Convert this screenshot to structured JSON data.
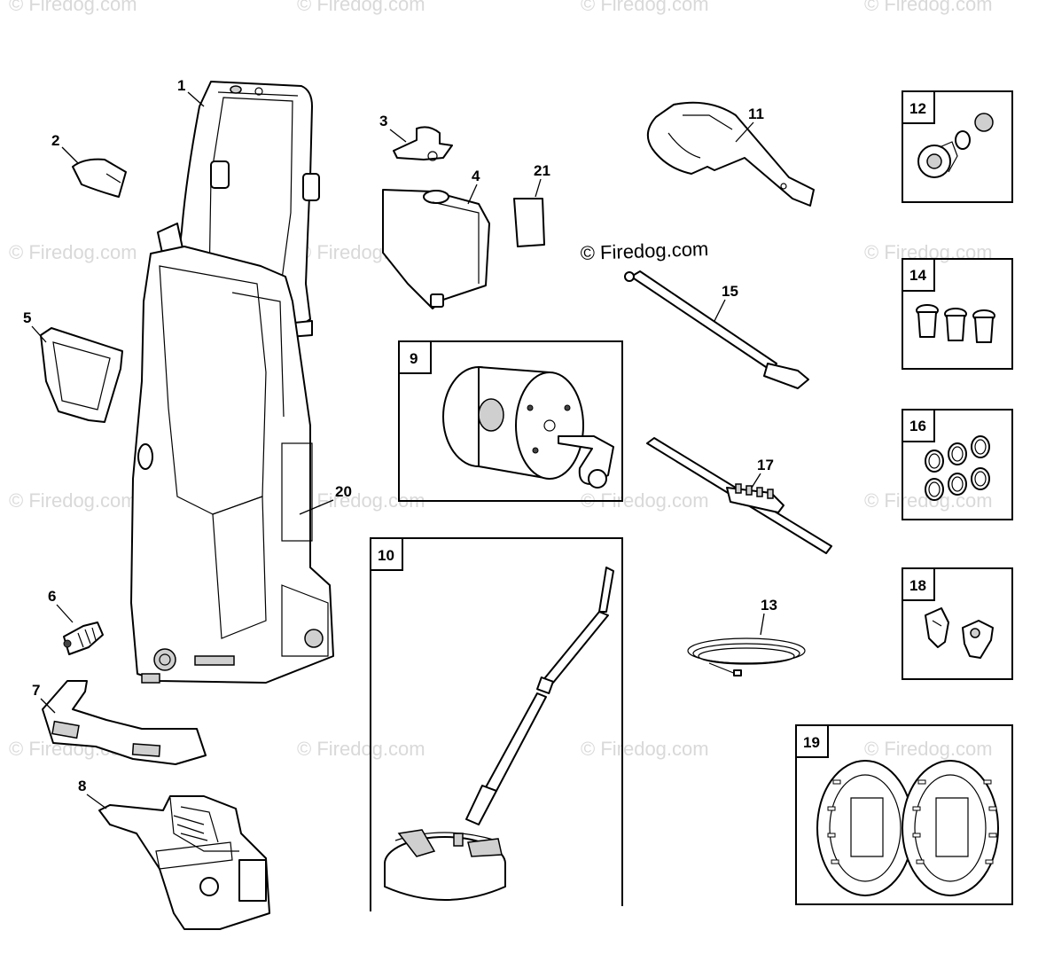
{
  "watermark": "© Firedog.com",
  "copyright": "© Firedog.com",
  "parts": [
    {
      "id": "1",
      "label": "1"
    },
    {
      "id": "2",
      "label": "2"
    },
    {
      "id": "3",
      "label": "3"
    },
    {
      "id": "4",
      "label": "4"
    },
    {
      "id": "5",
      "label": "5"
    },
    {
      "id": "6",
      "label": "6"
    },
    {
      "id": "7",
      "label": "7"
    },
    {
      "id": "8",
      "label": "8"
    },
    {
      "id": "9",
      "label": "9"
    },
    {
      "id": "10",
      "label": "10"
    },
    {
      "id": "11",
      "label": "11"
    },
    {
      "id": "12",
      "label": "12"
    },
    {
      "id": "13",
      "label": "13"
    },
    {
      "id": "14",
      "label": "14"
    },
    {
      "id": "15",
      "label": "15"
    },
    {
      "id": "16",
      "label": "16"
    },
    {
      "id": "17",
      "label": "17"
    },
    {
      "id": "18",
      "label": "18"
    },
    {
      "id": "19",
      "label": "19"
    },
    {
      "id": "20",
      "label": "20"
    },
    {
      "id": "21",
      "label": "21"
    }
  ]
}
